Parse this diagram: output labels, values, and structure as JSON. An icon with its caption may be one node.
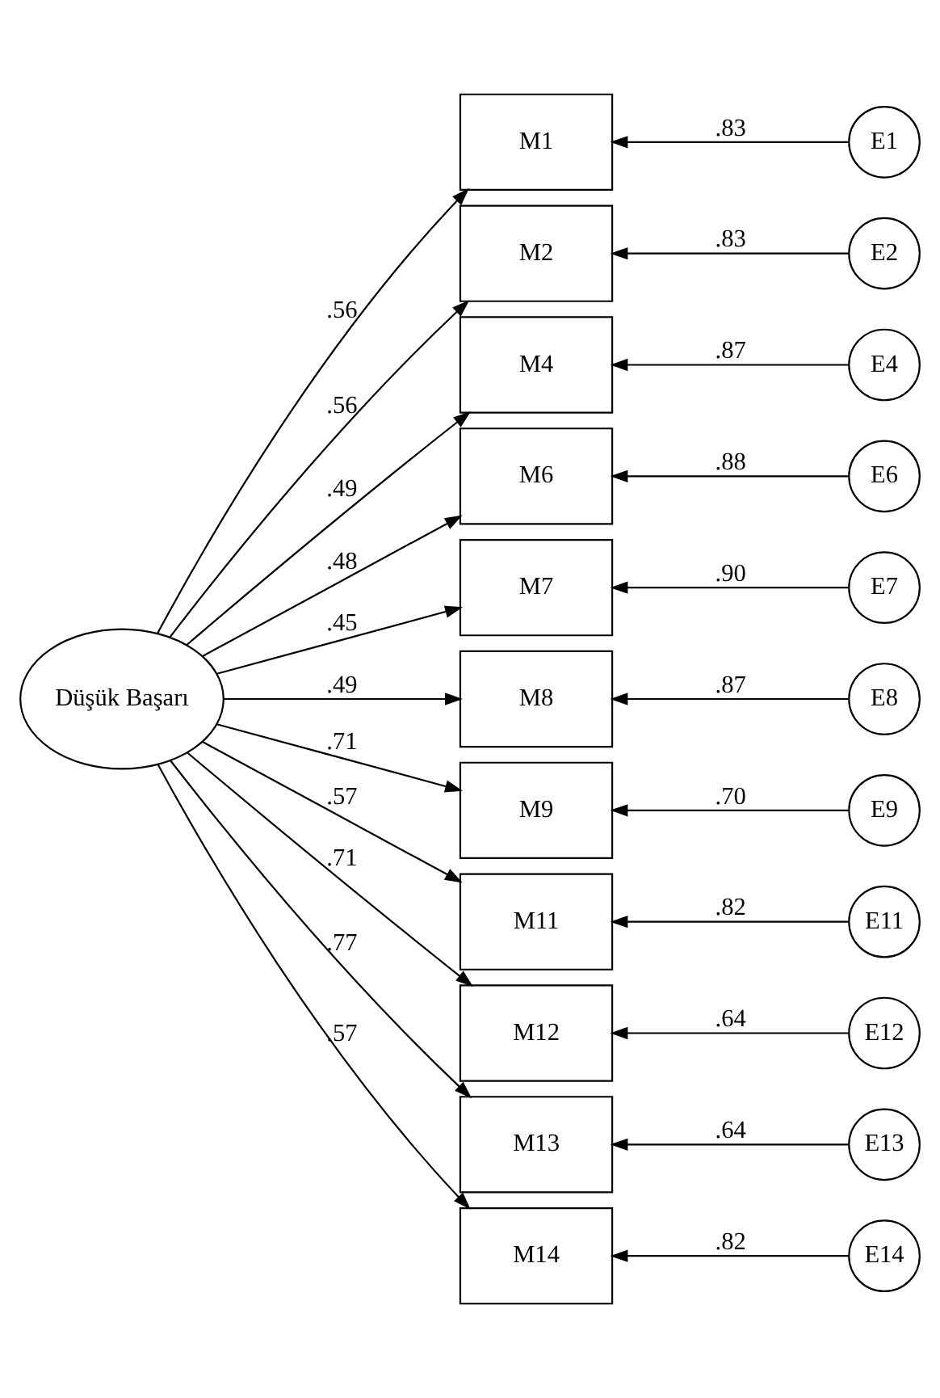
{
  "diagram": {
    "nodes": [
      {
        "text": [
          "Düşük Başarı"
        ]
      },
      {
        "text": [
          "M1"
        ]
      },
      {
        "text": [
          "M2"
        ]
      },
      {
        "text": [
          "M4"
        ]
      },
      {
        "text": [
          "M6"
        ]
      },
      {
        "text": [
          "M7"
        ]
      },
      {
        "text": [
          "M8"
        ]
      },
      {
        "text": [
          "M9"
        ]
      },
      {
        "text": [
          "M11"
        ]
      },
      {
        "text": [
          "M12"
        ]
      },
      {
        "text": [
          "M13"
        ]
      },
      {
        "text": [
          "M14"
        ]
      },
      {
        "text": [
          "E1"
        ]
      },
      {
        "text": [
          "E2"
        ]
      },
      {
        "text": [
          "E4"
        ]
      },
      {
        "text": [
          "E6"
        ]
      },
      {
        "text": [
          "E7"
        ]
      },
      {
        "text": [
          "E8"
        ]
      },
      {
        "text": [
          "E9"
        ]
      },
      {
        "text": [
          "E11"
        ]
      },
      {
        "text": [
          "E12"
        ]
      },
      {
        "text": [
          "E13"
        ]
      },
      {
        "text": [
          "E14"
        ]
      }
    ],
    "edges": [
      {
        "from": 0,
        "to": 1,
        "arrow": "to",
        "label": ".56"
      },
      {
        "from": 0,
        "to": 2,
        "arrow": "to",
        "label": ".56"
      },
      {
        "from": 0,
        "to": 3,
        "arrow": "to",
        "label": ".49"
      },
      {
        "from": 0,
        "to": 4,
        "arrow": "to",
        "label": ".48"
      },
      {
        "from": 0,
        "to": 5,
        "arrow": "to",
        "label": ".45"
      },
      {
        "from": 0,
        "to": 6,
        "arrow": "to",
        "label": ".49"
      },
      {
        "from": 0,
        "to": 7,
        "arrow": "to",
        "label": ".71"
      },
      {
        "from": 0,
        "to": 8,
        "arrow": "to",
        "label": ".57"
      },
      {
        "from": 0,
        "to": 9,
        "arrow": "to",
        "label": ".71"
      },
      {
        "from": 0,
        "to": 10,
        "arrow": "to",
        "label": ".77"
      },
      {
        "from": 0,
        "to": 11,
        "arrow": "to",
        "label": ".57"
      },
      {
        "from": 12,
        "to": 1,
        "arrow": "to",
        "label": ".83"
      },
      {
        "from": 13,
        "to": 2,
        "arrow": "to",
        "label": ".83"
      },
      {
        "from": 14,
        "to": 3,
        "arrow": "to",
        "label": ".87"
      },
      {
        "from": 15,
        "to": 4,
        "arrow": "to",
        "label": ".88"
      },
      {
        "from": 16,
        "to": 5,
        "arrow": "to",
        "label": ".90"
      },
      {
        "from": 17,
        "to": 6,
        "arrow": "to",
        "label": ".87"
      },
      {
        "from": 18,
        "to": 7,
        "arrow": "to",
        "label": ".70"
      },
      {
        "from": 19,
        "to": 8,
        "arrow": "to",
        "label": ".82"
      },
      {
        "from": 20,
        "to": 9,
        "arrow": "to",
        "label": ".64"
      },
      {
        "from": 21,
        "to": 10,
        "arrow": "to",
        "label": ".64"
      },
      {
        "from": 22,
        "to": 11,
        "arrow": "to",
        "label": ".82"
      }
    ]
  }
}
